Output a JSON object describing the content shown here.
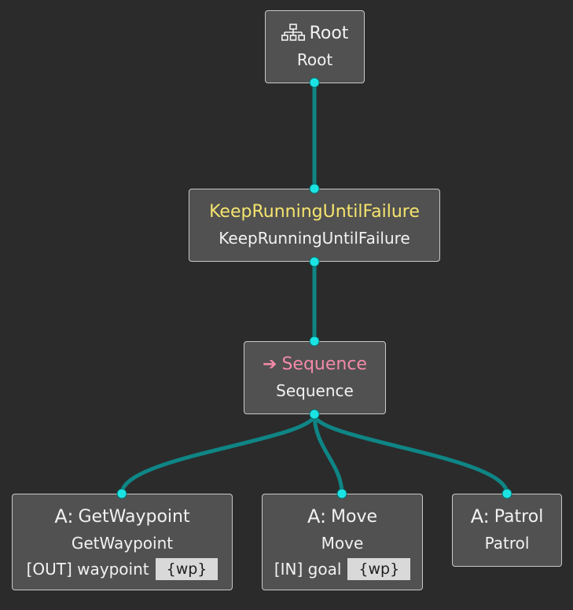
{
  "colors": {
    "background": "#2b2b2b",
    "node_fill": "#515151",
    "edge": "#0f8585",
    "connector": "#1ce3e3",
    "decorator_title": "#f5e46e",
    "control_title": "#f48aa8"
  },
  "nodes": {
    "root": {
      "icon": "tree-hierarchy-icon",
      "title": "Root",
      "name": "Root"
    },
    "keep_running": {
      "title": "KeepRunningUntilFailure",
      "name": "KeepRunningUntilFailure"
    },
    "sequence": {
      "icon": "arrow-right-icon",
      "icon_glyph": "➔",
      "title": "Sequence",
      "name": "Sequence"
    },
    "get_waypoint": {
      "prefix": "A:",
      "title": "GetWaypoint",
      "name": "GetWaypoint",
      "port_label": "[OUT] waypoint",
      "port_value": "{wp}"
    },
    "move": {
      "prefix": "A:",
      "title": "Move",
      "name": "Move",
      "port_label": "[IN] goal",
      "port_value": "{wp}"
    },
    "patrol": {
      "prefix": "A:",
      "title": "Patrol",
      "name": "Patrol"
    }
  }
}
